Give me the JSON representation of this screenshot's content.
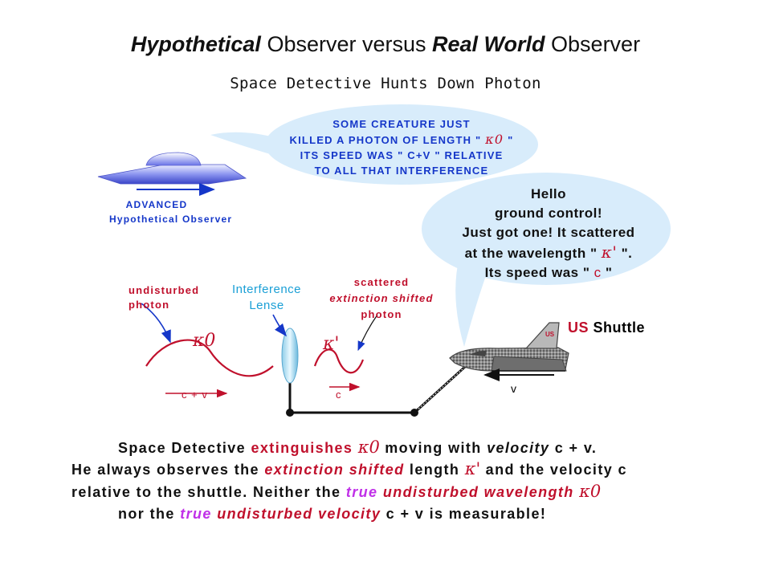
{
  "title": {
    "part1": "Hypothetical",
    "part2": " Observer versus ",
    "part3": "Real World",
    "part4": " Observer"
  },
  "subtitle": "Space Detective Hunts Down Photon",
  "ufo": {
    "label_line1": "ADVANCED",
    "label_line2": "Hypothetical Observer",
    "bubble_lines": [
      "SOME CREATURE JUST",
      "KILLED A PHOTON OF LENGTH \"",
      "\"",
      "ITS SPEED WAS \" C+V \" RELATIVE",
      "TO ALL THAT INTERFERENCE"
    ]
  },
  "shuttle": {
    "bubble_lines": [
      "Hello",
      "ground control!",
      "Just got one!  It scattered",
      "at the wavelength  \"",
      "\".",
      "Its speed was \"",
      "c",
      "\""
    ],
    "label_us": "US",
    "label_shuttle": " Shuttle",
    "tail_mark": "US",
    "velocity_label": "v"
  },
  "photon": {
    "undisturbed_line1": "undisturbed",
    "undisturbed_line2": "photon",
    "lens_line1": "Interference",
    "lens_line2": "Lense",
    "scattered_line1": "scattered",
    "scattered_line2": "extinction shifted",
    "scattered_line3": "photon",
    "kappa0": "κ0",
    "kappa_prime": "κ'",
    "speed_cv": "c + v",
    "speed_c": "c"
  },
  "caption": {
    "l1a": "Space Detective ",
    "l1b": "extinguishes",
    "l1c": " moving with ",
    "l1d": "velocity",
    "l1e": " c + v.",
    "l2a": "He always observes the ",
    "l2b": "extinction shifted",
    "l2c": " length",
    "l2d": " and the velocity c",
    "l3a": "relative to the shuttle.   Neither the ",
    "l3b": "true",
    "l3c": " undisturbed wavelength",
    "l4a": "nor the ",
    "l4b": "true",
    "l4c": " undisturbed velocity",
    "l4d": " c + v is measurable!"
  },
  "colors": {
    "red": "#c0102c",
    "blue": "#1537c9",
    "magenta": "#c030e8",
    "bubble": "#d8ecfb"
  }
}
